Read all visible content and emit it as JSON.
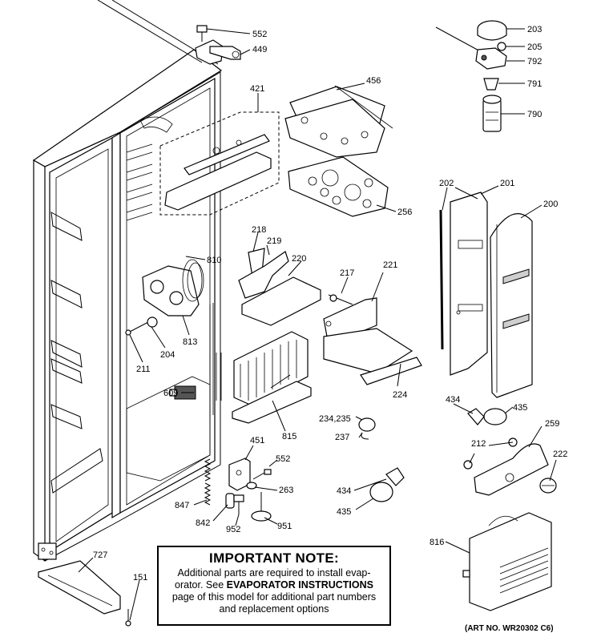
{
  "labels": {
    "l552a": "552",
    "l449": "449",
    "l421": "421",
    "l456": "456",
    "l256": "256",
    "l203": "203",
    "l205": "205",
    "l792": "792",
    "l791": "791",
    "l790": "790",
    "l202": "202",
    "l201": "201",
    "l200": "200",
    "l810": "810",
    "l218": "218",
    "l219": "219",
    "l220": "220",
    "l217": "217",
    "l221": "221",
    "l204": "204",
    "l211": "211",
    "l813": "813",
    "l609": "609",
    "l815": "815",
    "l224": "224",
    "l234": "234,235",
    "l237": "237",
    "l434a": "434",
    "l435a": "435",
    "l212": "212",
    "l259": "259",
    "l222": "222",
    "l451": "451",
    "l552b": "552",
    "l263": "263",
    "l847": "847",
    "l842": "842",
    "l952": "952",
    "l951": "951",
    "l434b": "434",
    "l435b": "435",
    "l816": "816",
    "l727": "727",
    "l151": "151"
  },
  "note": {
    "title": "IMPORTANT NOTE:",
    "line1": "Additional parts are required to install evap-",
    "line2a": "orator.  See ",
    "line2b": "EVAPORATOR INSTRUCTIONS",
    "line3": "page of this model for additional part numbers",
    "line4": "and replacement options"
  },
  "art_number": "(ART NO. WR20302 C6)"
}
